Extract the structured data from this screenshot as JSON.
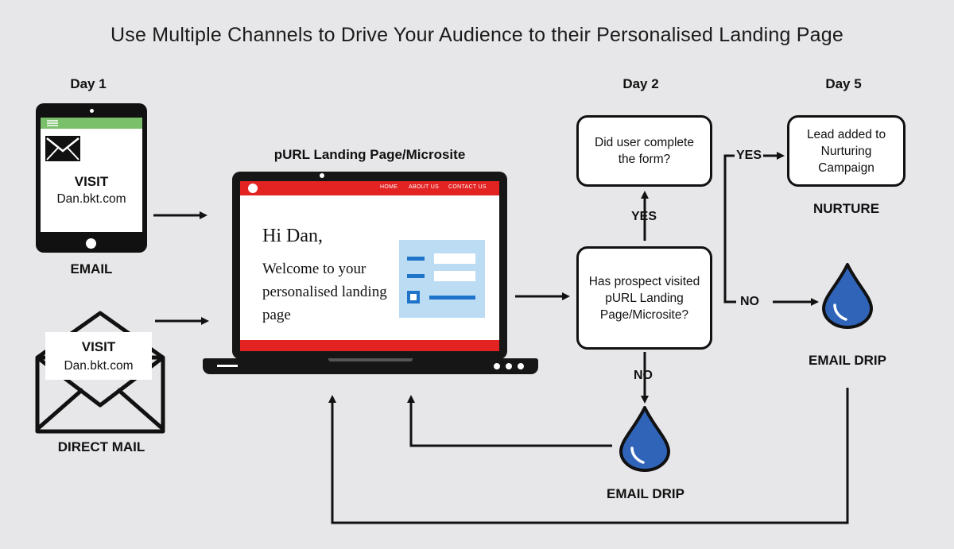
{
  "title": "Use Multiple Channels to Drive Your Audience to their Personalised Landing Page",
  "days": {
    "day1": "Day 1",
    "day2": "Day 2",
    "day5": "Day 5"
  },
  "email_channel": {
    "visit": "VISIT",
    "url": "Dan.bkt.com",
    "label": "EMAIL"
  },
  "direct_mail_channel": {
    "visit": "VISIT",
    "url": "Dan.bkt.com",
    "label": "DIRECT MAIL"
  },
  "landing_page": {
    "heading": "pURL Landing Page/Microsite",
    "nav": [
      "HOME",
      "ABOUT US",
      "CONTACT US"
    ],
    "greeting": "Hi Dan,",
    "message": "Welcome to your personalised landing page"
  },
  "flow": {
    "visited_question": "Has prospect visited pURL Landing Page/Microsite?",
    "form_question": "Did user complete the form?",
    "lead_box": "Lead added to Nurturing Campaign",
    "yes_label": "YES",
    "no_label": "NO",
    "yes_label_2": "YES",
    "no_label_2": "NO",
    "nurture_label": "NURTURE",
    "email_drip_right": "EMAIL DRIP",
    "email_drip_bottom": "EMAIL DRIP"
  },
  "colors": {
    "background": "#e7e7e9",
    "accent_red": "#e32222",
    "tablet_bar_green": "#7ac06a",
    "drop_blue": "#2f64b8",
    "form_blue": "#bcdcf4",
    "form_dark_blue": "#1f73c8"
  },
  "icons": [
    "envelope-icon",
    "water-drop-icon",
    "laptop-icon",
    "tablet-icon"
  ]
}
